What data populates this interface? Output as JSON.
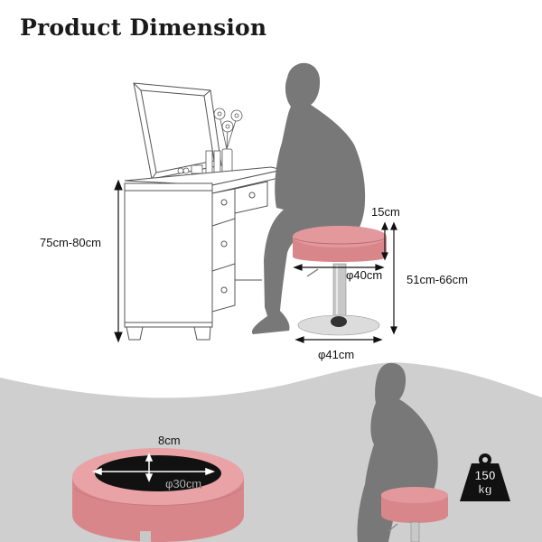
{
  "header": {
    "title": "Product Dimension"
  },
  "dimensions": {
    "vanity_height": "75cm-80cm",
    "seat_thickness": "15cm",
    "seat_diameter": "φ40cm",
    "stool_height": "51cm-66cm",
    "base_diameter": "φ41cm",
    "cushion_thickness": "8cm",
    "cushion_diameter": "φ30cm"
  },
  "weight_capacity": {
    "value": "150",
    "unit": "kg"
  },
  "colors": {
    "seat_pink": "#d9868b",
    "seat_pink_light": "#e9a3a6",
    "silhouette": "#787878",
    "floor_gray": "#cfcfcf",
    "chrome": "#c8c8c8"
  }
}
